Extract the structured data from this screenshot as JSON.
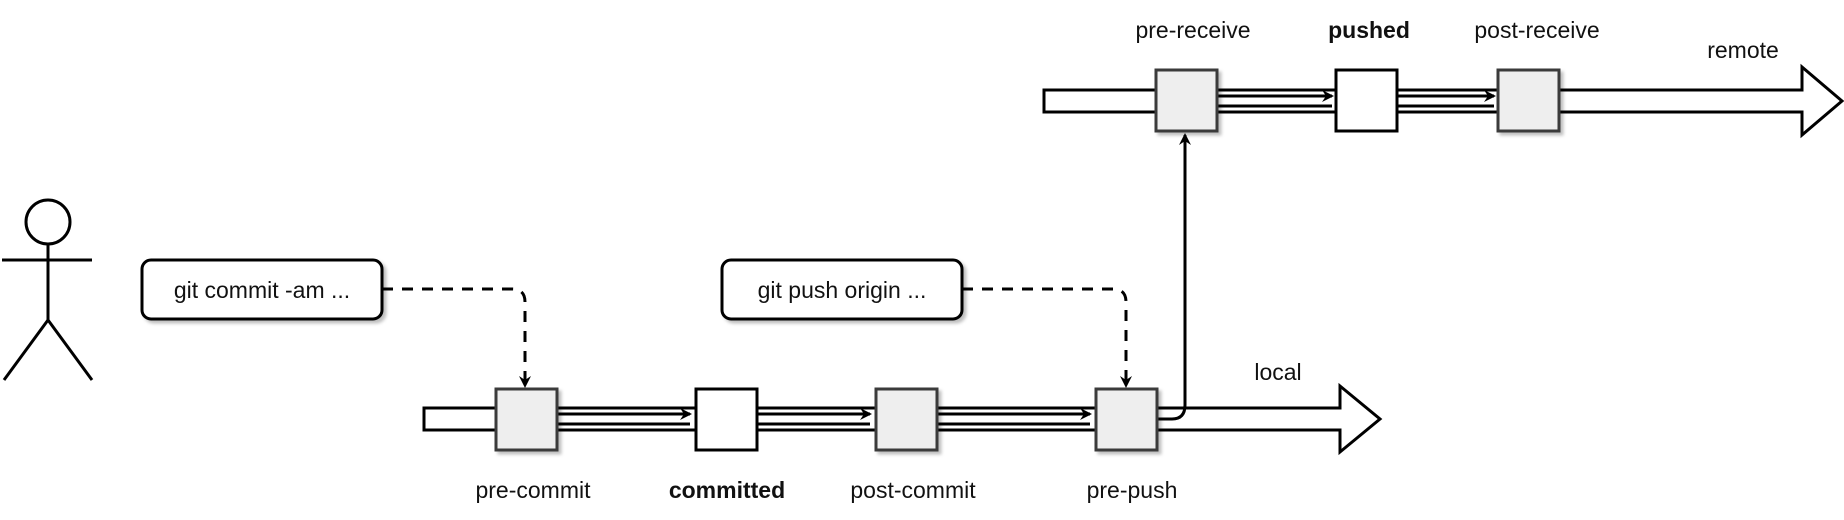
{
  "colors": {
    "stroke": "#000000",
    "hook_fill": "#eeeeee",
    "hook_stroke": "#3a3a3a",
    "state_fill": "#ffffff",
    "background": "#ffffff"
  },
  "actor": {
    "icon": "stick-figure-user-icon"
  },
  "commands": {
    "commit": "git commit -am ...",
    "push": "git push origin ..."
  },
  "local": {
    "label": "local",
    "steps": {
      "pre_commit": "pre-commit",
      "committed": "committed",
      "post_commit": "post-commit",
      "pre_push": "pre-push"
    }
  },
  "remote": {
    "label": "remote",
    "steps": {
      "pre_receive": "pre-receive",
      "pushed": "pushed",
      "post_receive": "post-receive"
    }
  }
}
